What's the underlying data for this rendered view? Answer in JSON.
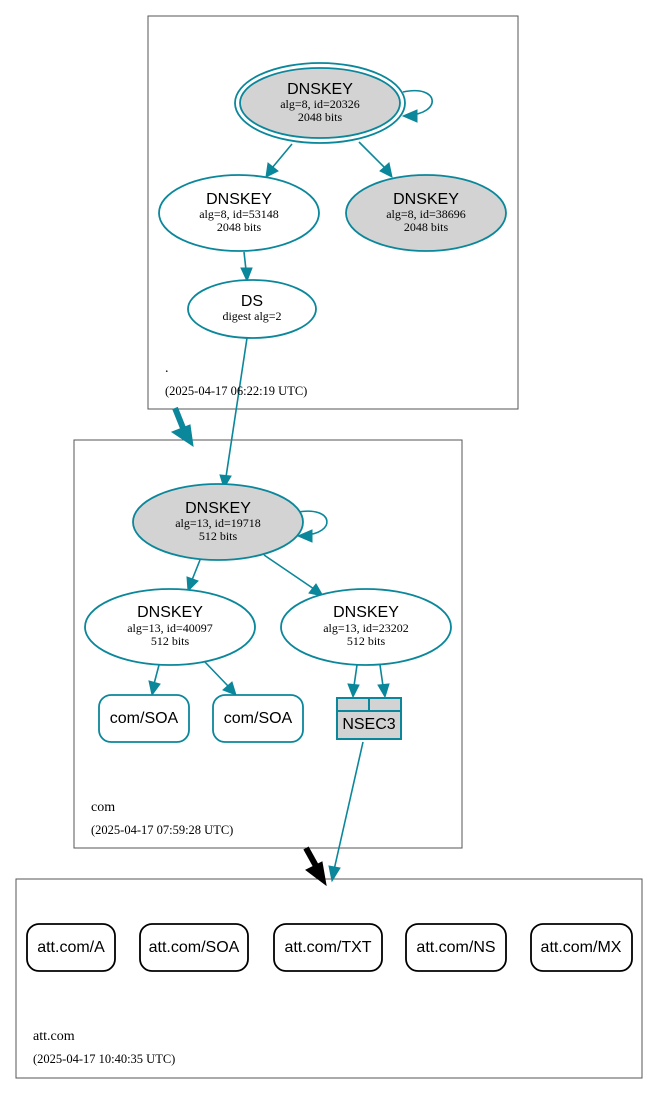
{
  "zones": {
    "root": {
      "name": ".",
      "timestamp": "(2025-04-17 06:22:19 UTC)"
    },
    "com": {
      "name": "com",
      "timestamp": "(2025-04-17 07:59:28 UTC)"
    },
    "att": {
      "name": "att.com",
      "timestamp": "(2025-04-17 10:40:35 UTC)"
    }
  },
  "nodes": {
    "root_ksk": {
      "title": "DNSKEY",
      "line1": "alg=8, id=20326",
      "line2": "2048 bits"
    },
    "root_zsk1": {
      "title": "DNSKEY",
      "line1": "alg=8, id=53148",
      "line2": "2048 bits"
    },
    "root_zsk2": {
      "title": "DNSKEY",
      "line1": "alg=8, id=38696",
      "line2": "2048 bits"
    },
    "root_ds": {
      "title": "DS",
      "line1": "digest alg=2"
    },
    "com_ksk": {
      "title": "DNSKEY",
      "line1": "alg=13, id=19718",
      "line2": "512 bits"
    },
    "com_zsk1": {
      "title": "DNSKEY",
      "line1": "alg=13, id=40097",
      "line2": "512 bits"
    },
    "com_zsk2": {
      "title": "DNSKEY",
      "line1": "alg=13, id=23202",
      "line2": "512 bits"
    },
    "com_soa1": {
      "label": "com/SOA"
    },
    "com_soa2": {
      "label": "com/SOA"
    },
    "nsec3": {
      "label": "NSEC3"
    }
  },
  "records": [
    {
      "label": "att.com/A"
    },
    {
      "label": "att.com/SOA"
    },
    {
      "label": "att.com/TXT"
    },
    {
      "label": "att.com/NS"
    },
    {
      "label": "att.com/MX"
    }
  ],
  "colors": {
    "edge": "#0a879a",
    "ksk_fill": "#d3d3d3",
    "delegation_arrow": "#0a879a",
    "insecure_arrow": "#000000"
  }
}
